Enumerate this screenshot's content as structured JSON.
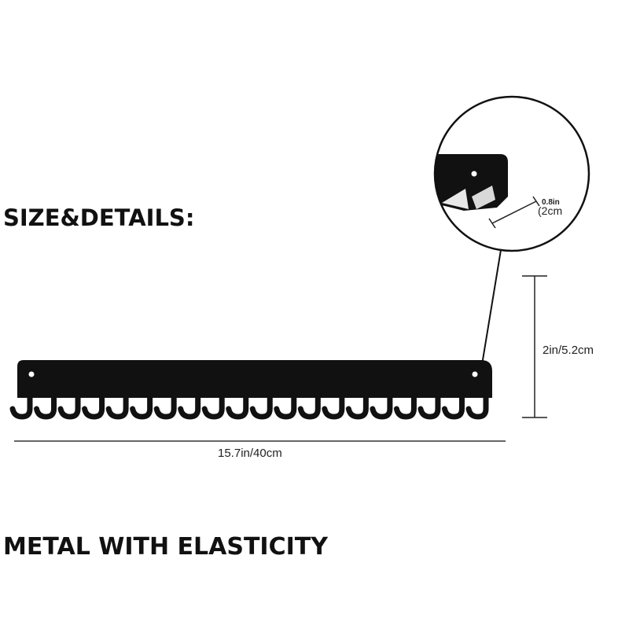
{
  "headings": {
    "size_details": "SIZE&DETAILS:",
    "metal": "METAL WITH ELASTICITY"
  },
  "dimensions": {
    "width": "15.7in/40cm",
    "height": "2in/5.2cm",
    "detail_depth_in": "0.8in",
    "detail_depth_cm": "(2cm"
  },
  "product": {
    "hook_count": 20,
    "color": "#111111"
  }
}
